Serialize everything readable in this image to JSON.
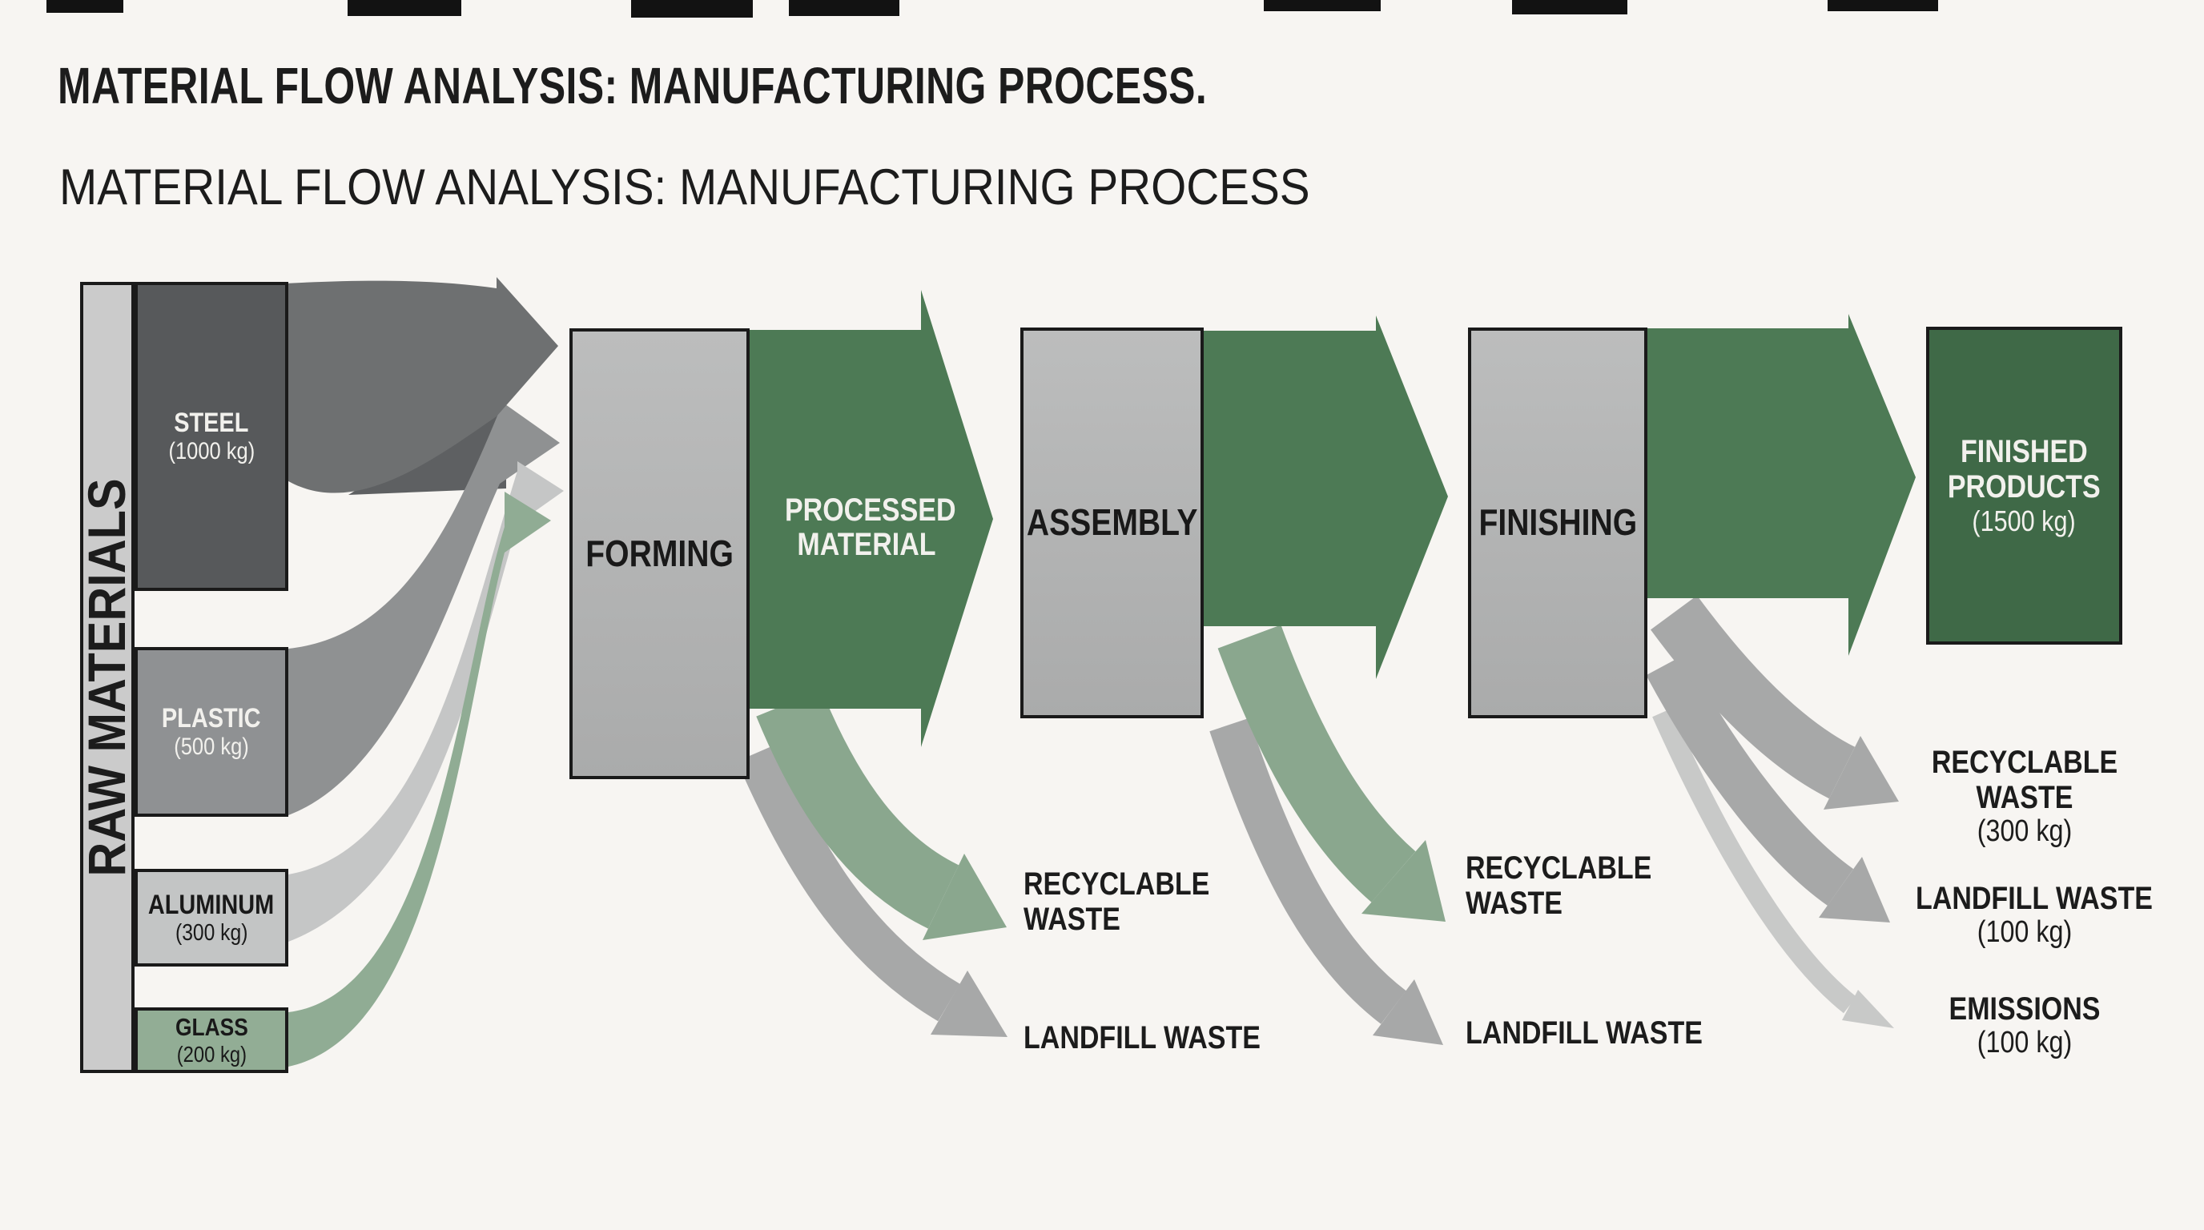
{
  "title": {
    "main": "MATERIAL FLOW ANALYSIS: MANUFACTURING PROCESS.",
    "sub": "MATERIAL FLOW ANALYSIS: MANUFACTURING PROCESS"
  },
  "raw_materials": {
    "axis_label": "RAW MATERIALS",
    "items": [
      {
        "name": "STEEL",
        "amount": "(1000 kg)",
        "color": "#57595b"
      },
      {
        "name": "PLASTIC",
        "amount": "(500 kg)",
        "color": "#8f9193"
      },
      {
        "name": "ALUMINUM",
        "amount": "(300 kg)",
        "color": "#c3c5c5"
      },
      {
        "name": "GLASS",
        "amount": "(200 kg)",
        "color": "#92ad95"
      }
    ]
  },
  "stages": [
    {
      "label": "FORMING"
    },
    {
      "label": "ASSEMBLY"
    },
    {
      "label": "FINISHING"
    }
  ],
  "processed_material": {
    "line1": "PROCESSED",
    "line2": "MATERIAL"
  },
  "finished_products": {
    "line1": "FINISHED",
    "line2": "PRODUCTS",
    "amount": "(1500 kg)"
  },
  "waste_labels": {
    "forming": {
      "recyclable_line1": "RECYCLABLE",
      "recyclable_line2": "WASTE",
      "landfill": "LANDFILL WASTE"
    },
    "assembly": {
      "recyclable_line1": "RECYCLABLE",
      "recyclable_line2": "WASTE",
      "landfill": "LANDFILL WASTE"
    },
    "final": {
      "recyclable_line1": "RECYCLABLE",
      "recyclable_line2": "WASTE",
      "recyclable_amount": "(300 kg)",
      "landfill": "LANDFILL WASTE",
      "landfill_amount": "(100 kg)",
      "emissions": "EMISSIONS",
      "emissions_amount": "(100 kg)"
    }
  },
  "flow_data": {
    "type": "sankey",
    "inputs": [
      {
        "source": "STEEL",
        "kg": 1000
      },
      {
        "source": "PLASTIC",
        "kg": 500
      },
      {
        "source": "ALUMINUM",
        "kg": 300
      },
      {
        "source": "GLASS",
        "kg": 200
      }
    ],
    "process_chain": [
      "FORMING",
      "ASSEMBLY",
      "FINISHING"
    ],
    "outputs": [
      {
        "target": "FINISHED PRODUCTS",
        "kg": 1500
      },
      {
        "target": "RECYCLABLE WASTE",
        "kg": 300
      },
      {
        "target": "LANDFILL WASTE",
        "kg": 100
      },
      {
        "target": "EMISSIONS",
        "kg": 100
      }
    ]
  },
  "colors": {
    "background": "#f7f5f2",
    "box_border": "#1a1a1a",
    "raw_bar": "#cbcbcb",
    "steel_box": "#57595b",
    "plastic_box": "#8f9193",
    "aluminum_box": "#c3c5c5",
    "glass_box": "#92ad95",
    "stage_box": "#b3b4b4",
    "finished_box": "#3f6947",
    "process_arrow_green": "#4d7a55",
    "flow_steel": "#6e7071",
    "flow_plastic": "#8f9192",
    "flow_aluminum": "#c5c6c6",
    "flow_glass": "#90ac94",
    "waste_green": "#8aa78e",
    "waste_gray": "#a7a8a8",
    "waste_light_gray": "#c8c9c8",
    "text_dark": "#1c1c1c",
    "text_light": "#f2f1ed"
  }
}
